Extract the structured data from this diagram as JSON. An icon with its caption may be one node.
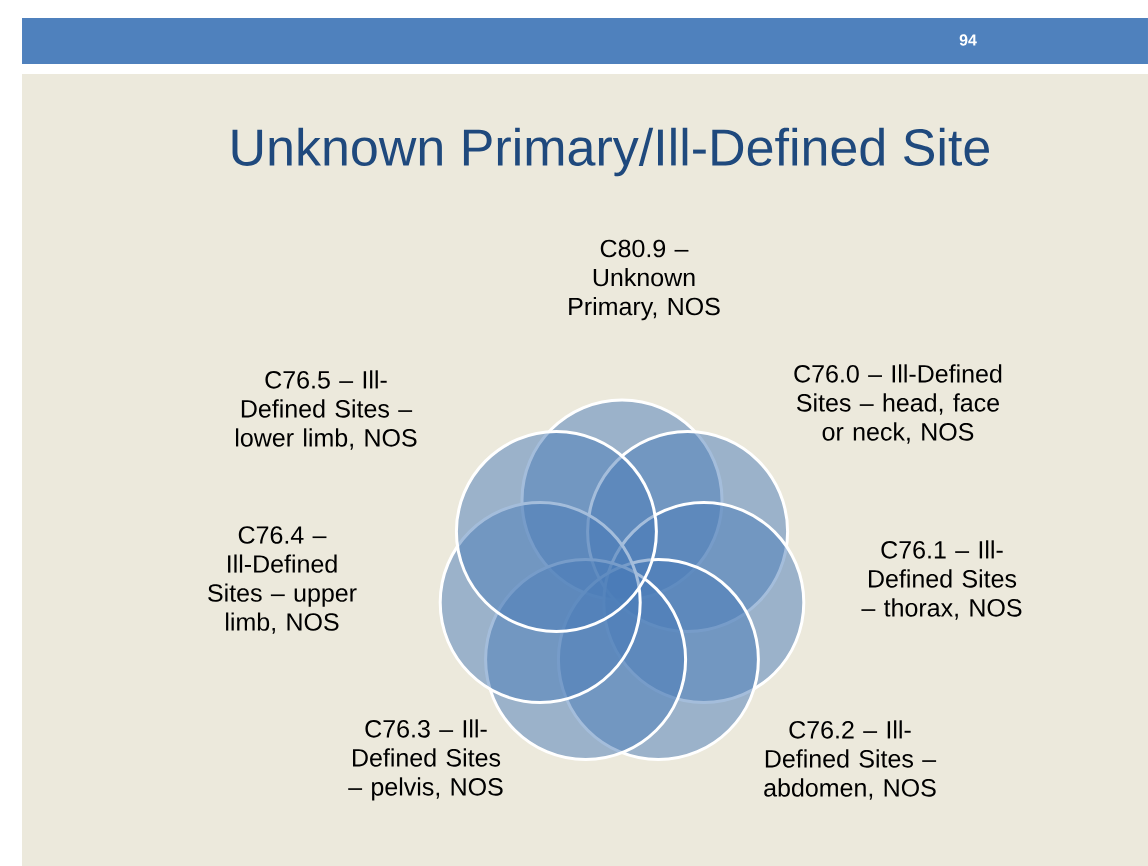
{
  "diagram": {
    "title": "Unknown Primary/Ill-Defined Site",
    "nodes": [
      {
        "text": [],
        "shape": "circle",
        "beside": [
          "C80.9 – Unknown Primary, NOS"
        ]
      },
      {
        "text": [],
        "shape": "circle",
        "beside": [
          "C76.0 – Ill-Defined Sites – head, face or neck, NOS"
        ]
      },
      {
        "text": [],
        "shape": "circle",
        "beside": [
          "C76.1 – Ill-Defined Sites – thorax, NOS"
        ]
      },
      {
        "text": [],
        "shape": "circle",
        "beside": [
          "C76.2 – Ill-Defined Sites – abdomen, NOS"
        ]
      },
      {
        "text": [],
        "shape": "circle",
        "beside": [
          "C76.3 – Ill-Defined Sites – pelvis, NOS"
        ]
      },
      {
        "text": [],
        "shape": "circle",
        "beside": [
          "C76.4 – Ill-Defined Sites – upper limb, NOS"
        ]
      },
      {
        "text": [],
        "shape": "circle",
        "beside": [
          "C76.5 – Ill-Defined Sites – lower limb, NOS"
        ]
      }
    ],
    "labels": [
      "94"
    ]
  }
}
